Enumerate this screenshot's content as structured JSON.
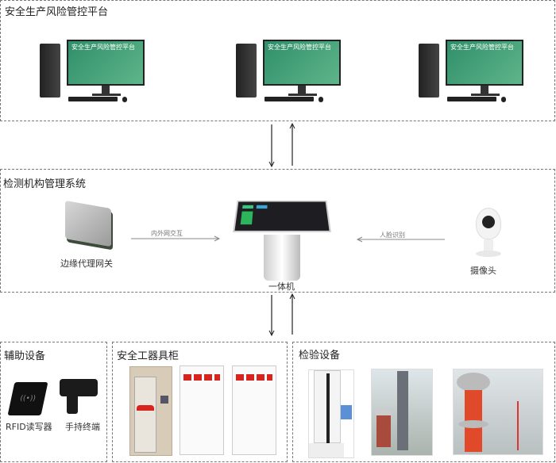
{
  "platform": {
    "title": "安全生产风险管控平台",
    "screen_text": "安全生产风险管控平台"
  },
  "system": {
    "title": "检测机构管理系统",
    "gateway": "边缘代理网关",
    "kiosk": "一体机",
    "camera": "摄像头",
    "arrow_left": "内外网交互",
    "arrow_right": "人脸识别"
  },
  "aux": {
    "title": "辅助设备",
    "items": [
      "RFID读写器",
      "手持终端"
    ]
  },
  "cabinet": {
    "title": "安全工器具柜"
  },
  "inspection": {
    "title": "检验设备"
  },
  "colors": {
    "screen": "#3d9b73",
    "helmet": "#d8231f",
    "hv_red": "#e04a2a"
  }
}
